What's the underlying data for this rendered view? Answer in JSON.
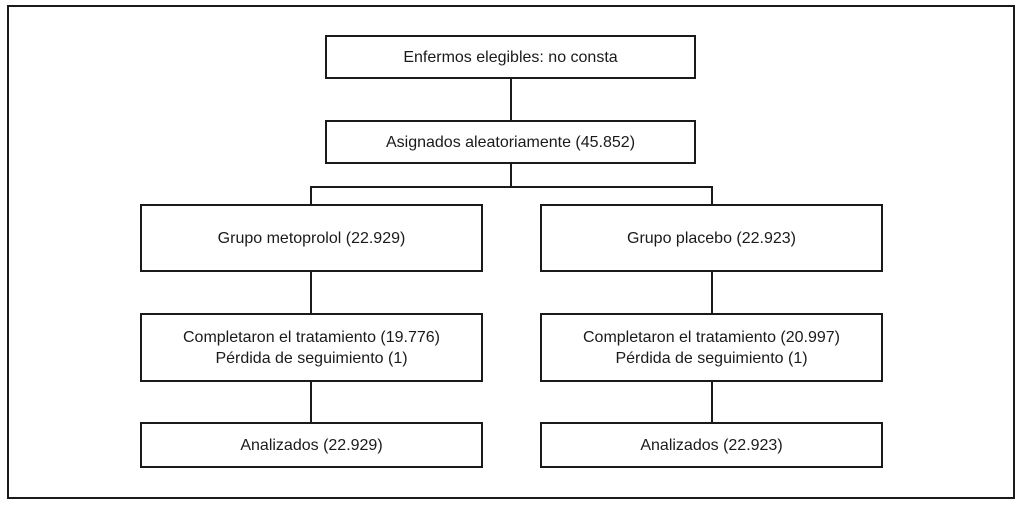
{
  "flowchart": {
    "type": "clinical-trial-flow-diagram",
    "colors": {
      "line": "#1a1a1a",
      "text": "#1a1a1a",
      "background": "#ffffff"
    },
    "nodes": {
      "eligible": {
        "lines": [
          "Enfermos elegibles: no consta"
        ]
      },
      "randomized": {
        "lines": [
          "Asignados aleatoriamente (45.852)"
        ]
      },
      "group_metoprolol": {
        "lines": [
          "Grupo metoprolol (22.929)"
        ]
      },
      "group_placebo": {
        "lines": [
          "Grupo placebo (22.923)"
        ]
      },
      "completed_metoprolol": {
        "lines": [
          "Completaron el tratamiento (19.776)",
          "Pérdida de seguimiento (1)"
        ]
      },
      "completed_placebo": {
        "lines": [
          "Completaron el tratamiento (20.997)",
          "Pérdida de seguimiento (1)"
        ]
      },
      "analyzed_metoprolol": {
        "lines": [
          "Analizados (22.929)"
        ]
      },
      "analyzed_placebo": {
        "lines": [
          "Analizados (22.923)"
        ]
      }
    }
  }
}
